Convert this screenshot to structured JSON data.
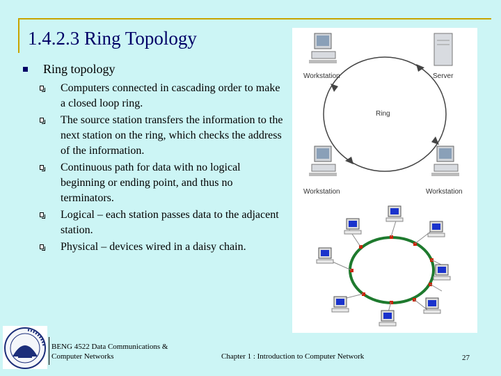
{
  "slide": {
    "title": "1.4.2.3 Ring Topology",
    "level1": "Ring topology",
    "bullets": [
      "Computers connected in cascading order to make a closed loop ring.",
      "The source station transfers the information to the next station on the ring, which checks the address of the information.",
      "Continuous path for data with no logical beginning or ending point, and thus no terminators.",
      "Logical – each station passes data to the adjacent station.",
      "Physical – devices wired in a daisy chain."
    ]
  },
  "diagram": {
    "ring_label": "Ring",
    "nodes": [
      {
        "label": "Workstation"
      },
      {
        "label": "Server"
      },
      {
        "label": "Workstation"
      },
      {
        "label": "Workstation"
      }
    ]
  },
  "footer": {
    "course": "BENG 4522 Data Communications & Computer Networks",
    "chapter": "Chapter 1 : Introduction to Computer Network",
    "page": "27"
  },
  "colors": {
    "background": "#ccf5f5",
    "title": "#000066",
    "rule": "#c8a400",
    "ring": "#1e7a2e",
    "ring_node": "#cc2200"
  }
}
